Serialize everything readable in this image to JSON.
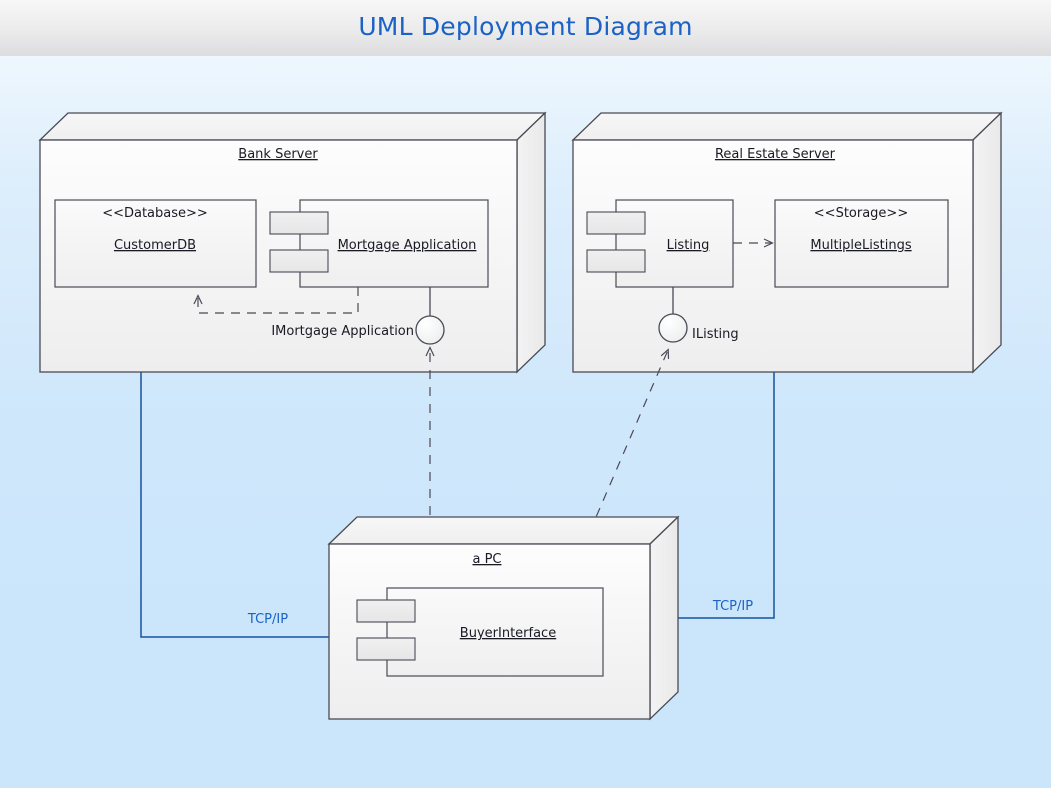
{
  "header": {
    "title": "UML Deployment Diagram",
    "title_color": "#1b62c6",
    "bg_top": "#f7f7f8",
    "bg_bottom": "#dddddf"
  },
  "canvas": {
    "bg_top": "#f4fafe",
    "bg_bottom": "#cbe6fb",
    "line_color": "#4a4a55",
    "connection_color": "#15539e"
  },
  "nodes": [
    {
      "id": "bank-server",
      "label": "Bank Server",
      "components": [
        {
          "id": "customerdb",
          "stereotype": "<<Database>>",
          "label": "CustomerDB",
          "shape": "box"
        },
        {
          "id": "mortgage-app",
          "stereotype": "",
          "label": "Mortgage Application",
          "shape": "component"
        }
      ],
      "interfaces": [
        {
          "id": "imortgage",
          "label": "IMortgage Application"
        }
      ]
    },
    {
      "id": "real-estate-server",
      "label": "Real Estate Server",
      "components": [
        {
          "id": "listing",
          "stereotype": "",
          "label": "Listing",
          "shape": "component"
        },
        {
          "id": "multiple-listings",
          "stereotype": "<<Storage>>",
          "label": "MultipleListings",
          "shape": "box"
        }
      ],
      "interfaces": [
        {
          "id": "ilisting",
          "label": "IListing"
        }
      ]
    },
    {
      "id": "a-pc",
      "label": "a PC",
      "components": [
        {
          "id": "buyerinterface",
          "stereotype": "",
          "label": "BuyerInterface",
          "shape": "component"
        }
      ],
      "interfaces": []
    }
  ],
  "connections": [
    {
      "id": "tcpip-left",
      "label": "TCP/IP",
      "from": "bank-server",
      "to": "a-pc"
    },
    {
      "id": "tcpip-right",
      "label": "TCP/IP",
      "from": "real-estate-server",
      "to": "a-pc"
    }
  ],
  "dependencies": [
    {
      "id": "mortgage-to-customerdb",
      "from": "mortgage-app",
      "to": "customerdb",
      "style": "dashed-arrow"
    },
    {
      "id": "listing-to-storage",
      "from": "listing",
      "to": "multiple-listings",
      "style": "dashed-arrow"
    },
    {
      "id": "buyer-to-imortgage",
      "from": "buyerinterface",
      "to": "imortgage",
      "style": "dashed-arrow"
    },
    {
      "id": "buyer-to-ilisting",
      "from": "buyerinterface",
      "to": "ilisting",
      "style": "dashed-arrow"
    }
  ]
}
